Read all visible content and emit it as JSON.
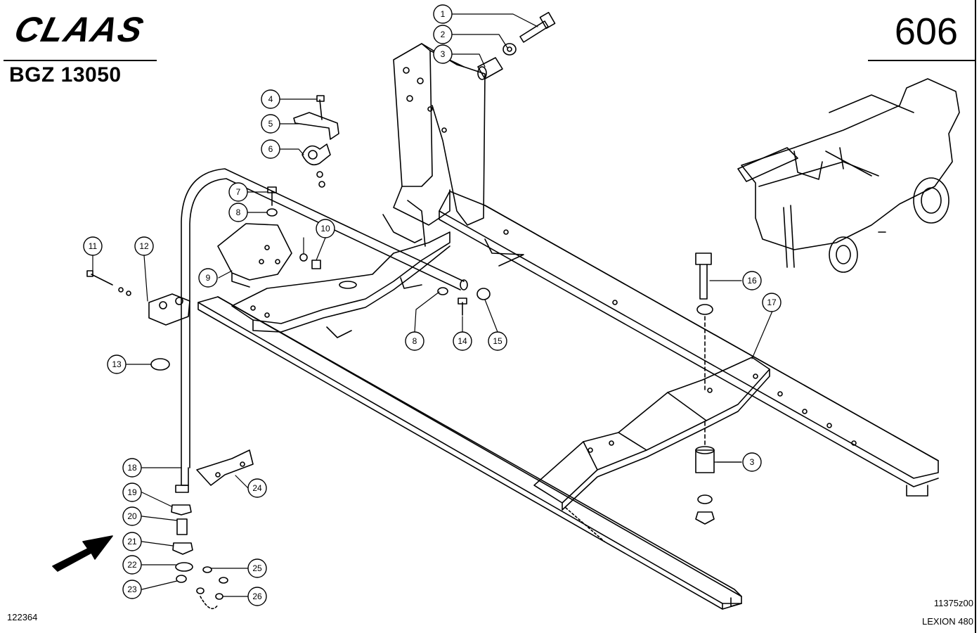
{
  "header": {
    "brand": "CLAAS",
    "model_code": "BGZ 13050",
    "page_number": "606"
  },
  "footer": {
    "left_id": "122364",
    "drawing_ref": "11375z00",
    "machine": "LEXION 480"
  },
  "callouts": [
    "1",
    "2",
    "3",
    "4",
    "5",
    "6",
    "7",
    "8",
    "8",
    "9",
    "10",
    "11",
    "12",
    "13",
    "14",
    "15",
    "16",
    "17",
    "18",
    "19",
    "20",
    "21",
    "22",
    "23",
    "24",
    "25",
    "26",
    "3"
  ]
}
